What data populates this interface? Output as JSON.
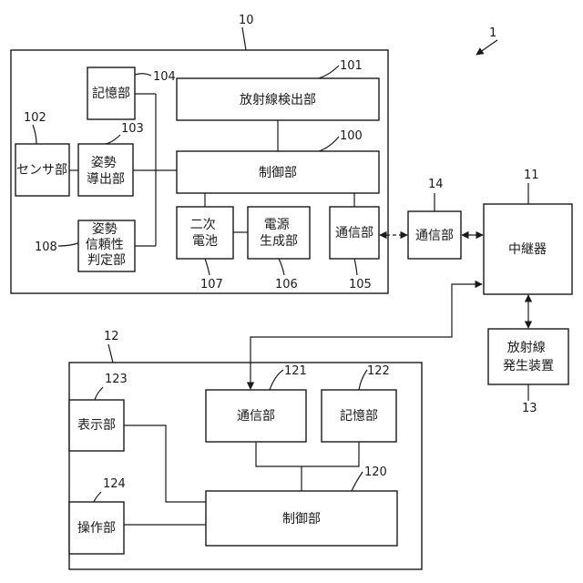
{
  "refs": {
    "system": "1",
    "device10": "10",
    "memory104": "104",
    "detector101": "101",
    "sensor102": "102",
    "posture103": "103",
    "control100": "100",
    "reliability108": "108",
    "battery107": "107",
    "power106": "106",
    "comm105": "105",
    "comm14": "14",
    "relay11": "11",
    "console12": "12",
    "comm121": "121",
    "memory122": "122",
    "display123": "123",
    "control120": "120",
    "operation124": "124",
    "generator13": "13"
  },
  "labels": {
    "memory104": "記憶部",
    "detector101": "放射線検出部",
    "sensor102": "センサ部",
    "posture103": [
      "姿勢",
      "導出部"
    ],
    "control100": "制御部",
    "reliability108": [
      "姿勢",
      "信頼性",
      "判定部"
    ],
    "battery107": [
      "二次",
      "電池"
    ],
    "power106": [
      "電源",
      "生成部"
    ],
    "comm105": "通信部",
    "comm14": "通信部",
    "relay11": "中継器",
    "generator13": [
      "放射線",
      "発生装置"
    ],
    "comm121": "通信部",
    "memory122": "記憶部",
    "display123": "表示部",
    "control120": "制御部",
    "operation124": "操作部"
  }
}
